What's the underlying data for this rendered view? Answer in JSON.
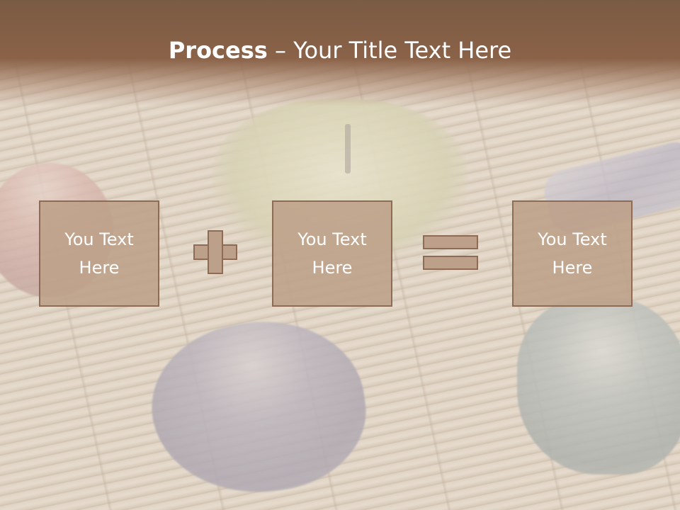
{
  "slide": {
    "title_bold": "Process",
    "title_rest": " – Your Title Text Here",
    "boxes": [
      {
        "text": "You Text Here"
      },
      {
        "text": "You Text Here"
      },
      {
        "text": "You Text Here"
      }
    ],
    "operators": [
      "plus",
      "equals"
    ]
  },
  "colors": {
    "title_band": "#7a5b43",
    "box_fill": "#bda089",
    "box_border": "#8d6b55",
    "text": "#ffffff"
  }
}
